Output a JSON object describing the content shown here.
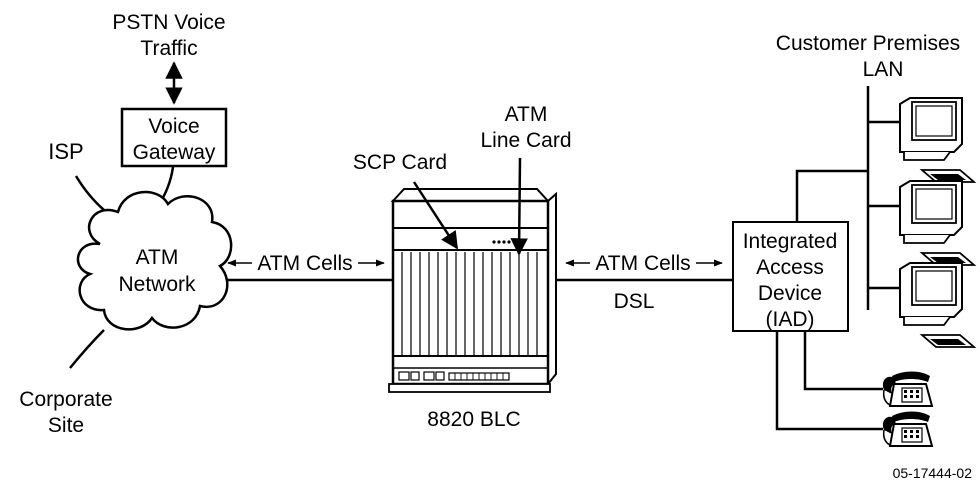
{
  "labels": {
    "pstn_line1": "PSTN Voice",
    "pstn_line2": "Traffic",
    "voice_gateway_line1": "Voice",
    "voice_gateway_line2": "Gateway",
    "isp": "ISP",
    "atm_network_line1": "ATM",
    "atm_network_line2": "Network",
    "corporate_line1": "Corporate",
    "corporate_line2": "Site",
    "atm_cells_left": "ATM Cells",
    "atm_cells_right": "ATM Cells",
    "scp_card": "SCP Card",
    "atm_line_card_line1": "ATM",
    "atm_line_card_line2": "Line Card",
    "blc": "8820 BLC",
    "dsl": "DSL",
    "iad_line1": "Integrated",
    "iad_line2": "Access",
    "iad_line3": "Device",
    "iad_line4": "(IAD)",
    "premises_line1": "Customer Premises",
    "premises_line2": "LAN",
    "figure_id": "05-17444-02"
  },
  "icons": [
    "computer-icon",
    "telephone-icon",
    "chassis-icon",
    "cloud-icon"
  ]
}
